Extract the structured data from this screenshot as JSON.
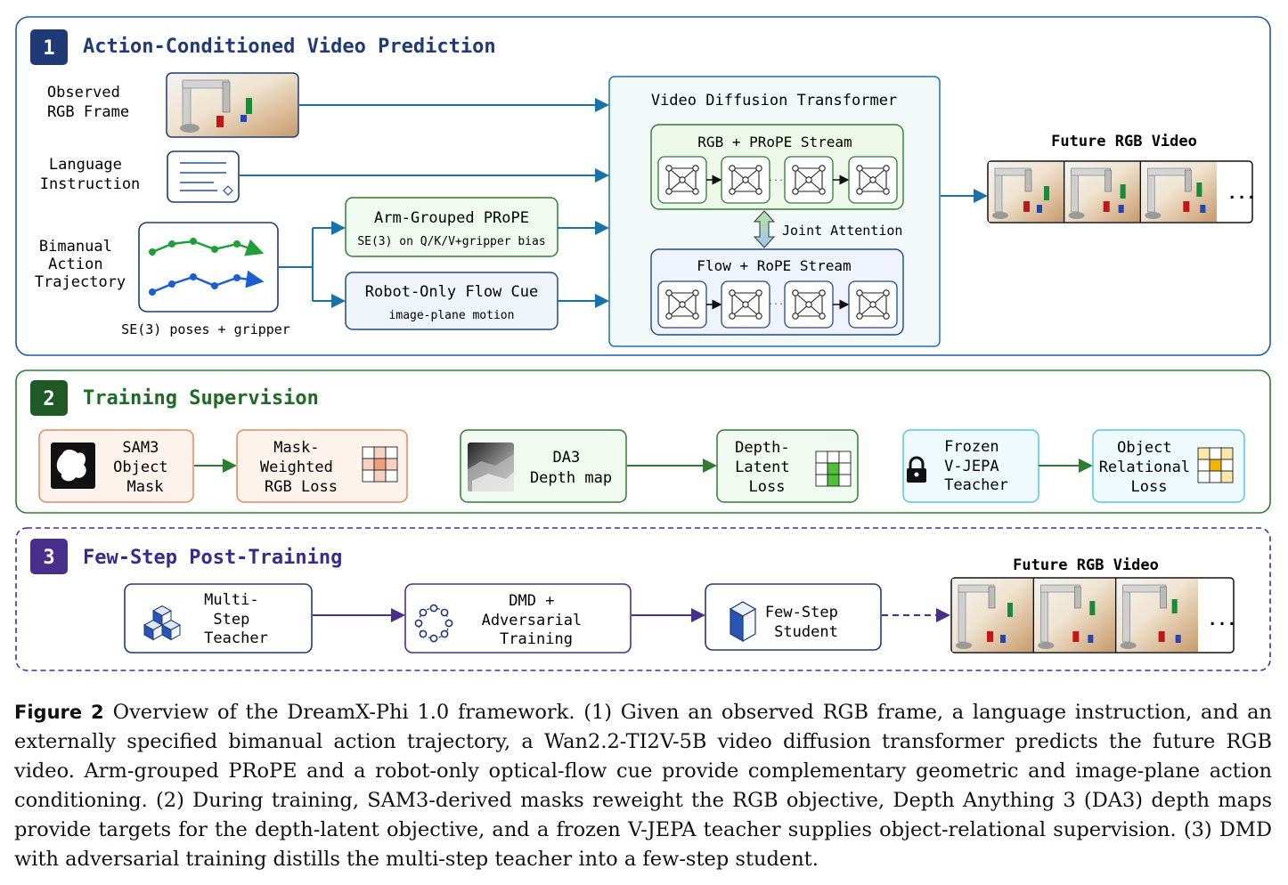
{
  "colors": {
    "blue": "#1f4a8c",
    "teal": "#1a73a8",
    "green": "#2e7d32",
    "purple": "#4a2e8c",
    "orange": "#e08a5c",
    "cyan": "#5bc4e0"
  },
  "section1": {
    "number": "1",
    "title": "Action-Conditioned Video Prediction",
    "observed_label": [
      "Observed",
      "RGB Frame"
    ],
    "language_label": [
      "Language",
      "Instruction"
    ],
    "trajectory_label": [
      "Bimanual",
      "Action",
      "Trajectory"
    ],
    "trajectory_caption": "SE(3) poses + gripper",
    "prope_title": "Arm-Grouped PRoPE",
    "prope_sub": "SE(3) on Q/K/V+gripper bias",
    "flow_title": "Robot-Only Flow Cue",
    "flow_sub": "image-plane motion",
    "vdt_title": "Video Diffusion Transformer",
    "rgb_stream": "RGB + PRoPE Stream",
    "flow_stream": "Flow + RoPE Stream",
    "joint_attention": "Joint Attention",
    "future_title": "Future RGB Video",
    "ellipsis": "...",
    "block_ellipsis": "..."
  },
  "section2": {
    "number": "2",
    "title": "Training Supervision",
    "sam_label": [
      "SAM3",
      "Object",
      "Mask"
    ],
    "mask_loss_label": [
      "Mask-",
      "Weighted",
      "RGB Loss"
    ],
    "da3_label": [
      "DA3",
      "Depth map"
    ],
    "depth_loss_label": [
      "Depth-",
      "Latent",
      "Loss"
    ],
    "vjepa_label": [
      "Frozen",
      "V-JEPA",
      "Teacher"
    ],
    "rel_loss_label": [
      "Object",
      "Relational",
      "Loss"
    ]
  },
  "section3": {
    "number": "3",
    "title": "Few-Step Post-Training",
    "teacher_label": [
      "Multi-",
      "Step",
      "Teacher"
    ],
    "dmd_label": [
      "DMD +",
      "Adversarial",
      "Training"
    ],
    "student_label": [
      "Few-Step",
      "Student"
    ],
    "future_title": "Future RGB Video",
    "ellipsis": "..."
  },
  "caption": {
    "lead": "Figure 2",
    "text": "Overview of the DreamX-Phi 1.0 framework. (1) Given an observed RGB frame, a language instruction, and an externally specified bimanual action trajectory, a Wan2.2-TI2V-5B video diffusion transformer predicts the future RGB video. Arm-grouped PRoPE and a robot-only optical-flow cue provide complementary geometric and image-plane action conditioning. (2) During training, SAM3-derived masks reweight the RGB objective, Depth Anything 3 (DA3) depth maps provide targets for the depth-latent objective, and a frozen V-JEPA teacher supplies object-relational supervision. (3) DMD with adversarial training distills the multi-step teacher into a few-step student."
  }
}
